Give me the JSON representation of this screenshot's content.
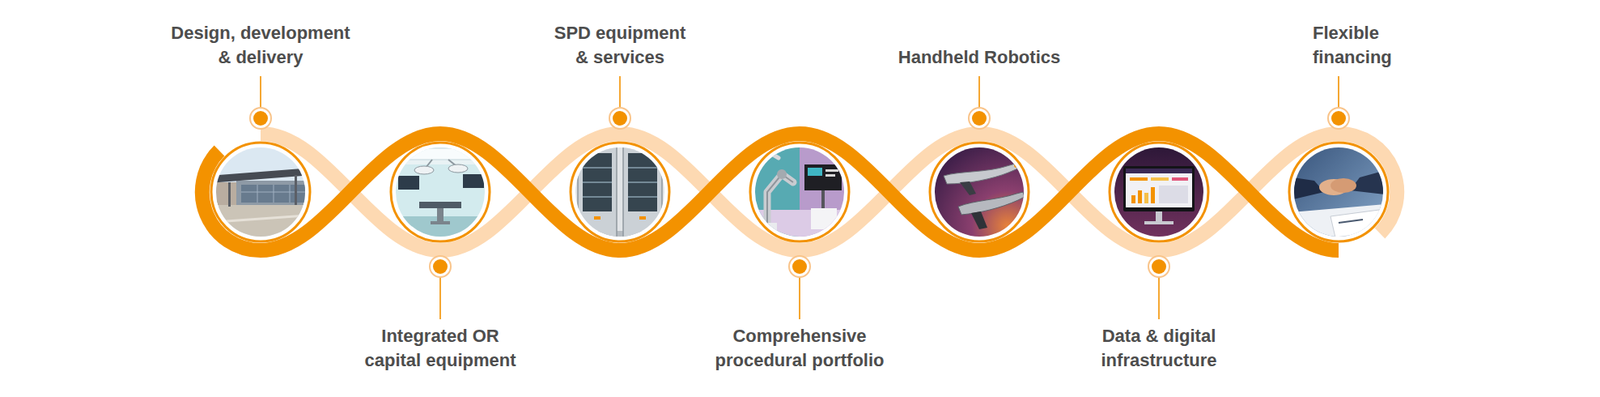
{
  "diagram": {
    "nodes": [
      {
        "text": [
          "Design, development & delivery"
        ]
      },
      {
        "text": [
          "Integrated OR capital equipment"
        ]
      },
      {
        "text": [
          "SPD equipment & services"
        ]
      },
      {
        "text": [
          "Comprehensive procedural portfolio"
        ]
      },
      {
        "text": [
          "Handheld Robotics"
        ]
      },
      {
        "text": [
          "Data & digital infrastructure"
        ]
      },
      {
        "text": [
          "Flexible financing"
        ]
      }
    ]
  }
}
